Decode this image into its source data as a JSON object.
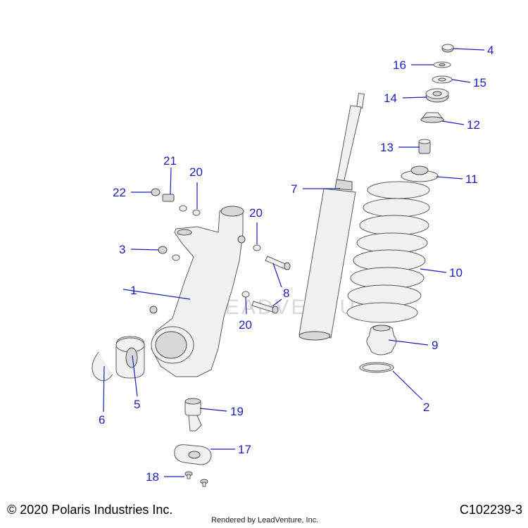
{
  "diagram": {
    "callouts": [
      "1",
      "2",
      "3",
      "4",
      "5",
      "6",
      "7",
      "8",
      "9",
      "10",
      "11",
      "12",
      "13",
      "14",
      "15",
      "16",
      "17",
      "18",
      "19",
      "20",
      "20",
      "20",
      "21",
      "22"
    ],
    "watermark": "LEADVENTURE"
  },
  "footer": {
    "copyright": "© 2020 Polaris Industries Inc.",
    "rendered_by": "Rendered by LeadVenture, Inc.",
    "part_number": "C102239-3"
  }
}
